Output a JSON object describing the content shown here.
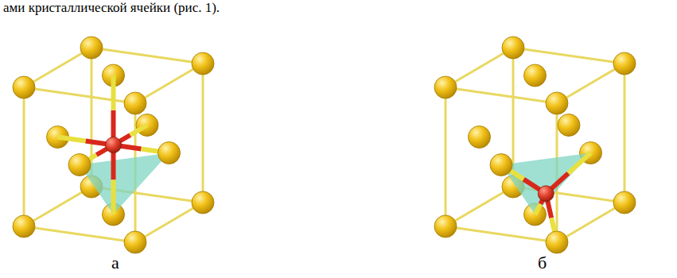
{
  "diagram": {
    "labels": [
      "ами кристаллической ячейки (рис. 1).",
      "а",
      "б"
    ]
  }
}
